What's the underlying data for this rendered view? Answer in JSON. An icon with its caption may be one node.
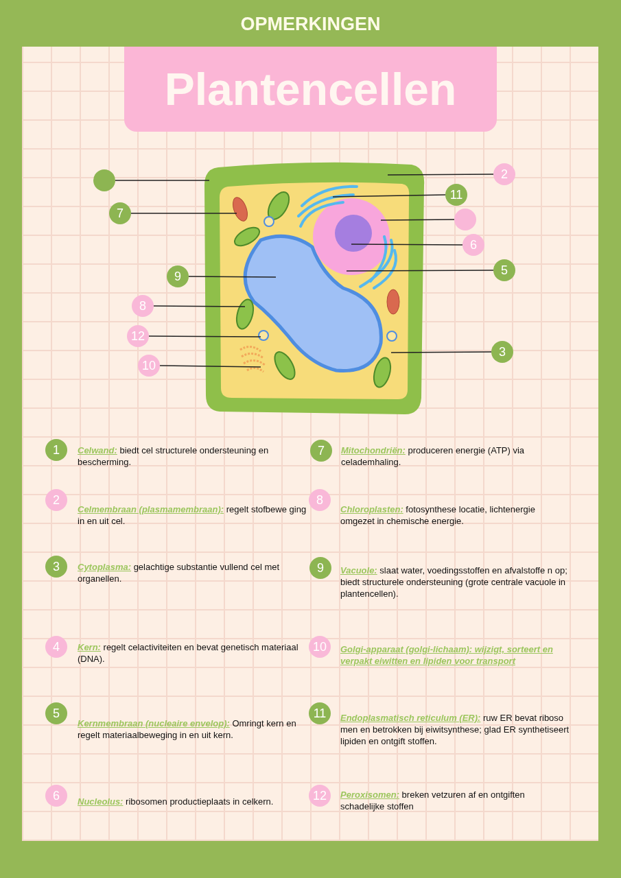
{
  "diagram": {
    "title": "Plantencellen",
    "nodes": [
      {
        "text": [
          "2"
        ]
      },
      {
        "text": [],
        "shape": "circle"
      },
      {
        "text": [
          "11"
        ]
      },
      {
        "text": [
          "7"
        ]
      },
      {
        "text": [],
        "shape": "circle"
      },
      {
        "text": [
          "6"
        ]
      },
      {
        "text": [
          "5"
        ]
      },
      {
        "text": [
          "9"
        ]
      },
      {
        "text": [
          "8"
        ]
      },
      {
        "text": [
          "12"
        ]
      },
      {
        "text": [
          "3"
        ]
      },
      {
        "text": [
          "10"
        ]
      },
      {
        "text": [
          "1"
        ],
        "beside": [
          "Celwand:",
          "biedt cel structurele ondersteuning en bescherming."
        ]
      },
      {
        "text": [
          "7"
        ],
        "beside": [
          "Mitochondriën:",
          "produceren energie (ATP) via celademhaling."
        ]
      },
      {
        "text": [
          "2"
        ],
        "beside": [
          "Celmembraan (plasmamembraan):",
          "regelt stofbewe ging in en uit cel."
        ]
      },
      {
        "text": [
          "8"
        ],
        "beside": [
          "Chloroplasten:",
          "fotosynthese locatie, lichtenergie omgezet in chemische energie."
        ]
      },
      {
        "text": [
          "3"
        ],
        "beside": [
          "Cytoplasma:",
          "gelachtige substantie vullend cel met organellen."
        ]
      },
      {
        "text": [
          "9"
        ],
        "beside": [
          "Vacuole:",
          "slaat water, voedingsstoffen en afvalstoffe n op; biedt structurele ondersteuning (grote centrale vacuole in plantencellen)."
        ]
      },
      {
        "text": [
          "4"
        ],
        "beside": [
          "Kern:",
          "regelt celactiviteiten en bevat genetisch materiaal (DNA)."
        ]
      },
      {
        "text": [
          "10"
        ],
        "beside": [
          "Golgi-apparaat (golgi-lichaam): wijzigt, sorteert en verpakt eiwitten en lipiden voor transport"
        ]
      },
      {
        "text": [
          "5"
        ],
        "beside": [
          "Kernmembraan (nucleaire envelop):",
          "Omringt kern en regelt materiaalbeweging in en uit kern."
        ]
      },
      {
        "text": [
          "11"
        ],
        "beside": [
          "Endoplasmatisch reticulum (ER):",
          "ruw ER bevat riboso men en betrokken bij eiwitsynthese; glad ER synthetiseert lipiden en ontgift stoffen."
        ]
      },
      {
        "text": [
          "6"
        ],
        "beside": [
          "Nucleolus:",
          "ribosomen productieplaats in celkern."
        ]
      },
      {
        "text": [
          "12"
        ],
        "beside": [
          "Peroxisomen:",
          "breken vetzuren af en ontgiften schadelijke stoffen"
        ]
      }
    ],
    "edges": [
      {
        "from": 0,
        "to": null,
        "arrow": "none"
      },
      {
        "from": 1,
        "to": null,
        "arrow": "none"
      },
      {
        "from": 2,
        "to": null,
        "arrow": "none"
      },
      {
        "from": 3,
        "to": null,
        "arrow": "none"
      },
      {
        "from": 4,
        "to": null,
        "arrow": "none"
      },
      {
        "from": 5,
        "to": null,
        "arrow": "none"
      },
      {
        "from": 6,
        "to": null,
        "arrow": "none"
      },
      {
        "from": 7,
        "to": null,
        "arrow": "none"
      },
      {
        "from": 8,
        "to": null,
        "arrow": "none"
      },
      {
        "from": 9,
        "to": null,
        "arrow": "none"
      },
      {
        "from": 10,
        "to": null,
        "arrow": "none"
      },
      {
        "from": 11,
        "to": null,
        "arrow": "none"
      }
    ],
    "labels": [
      "OPMERKINGEN"
    ]
  }
}
